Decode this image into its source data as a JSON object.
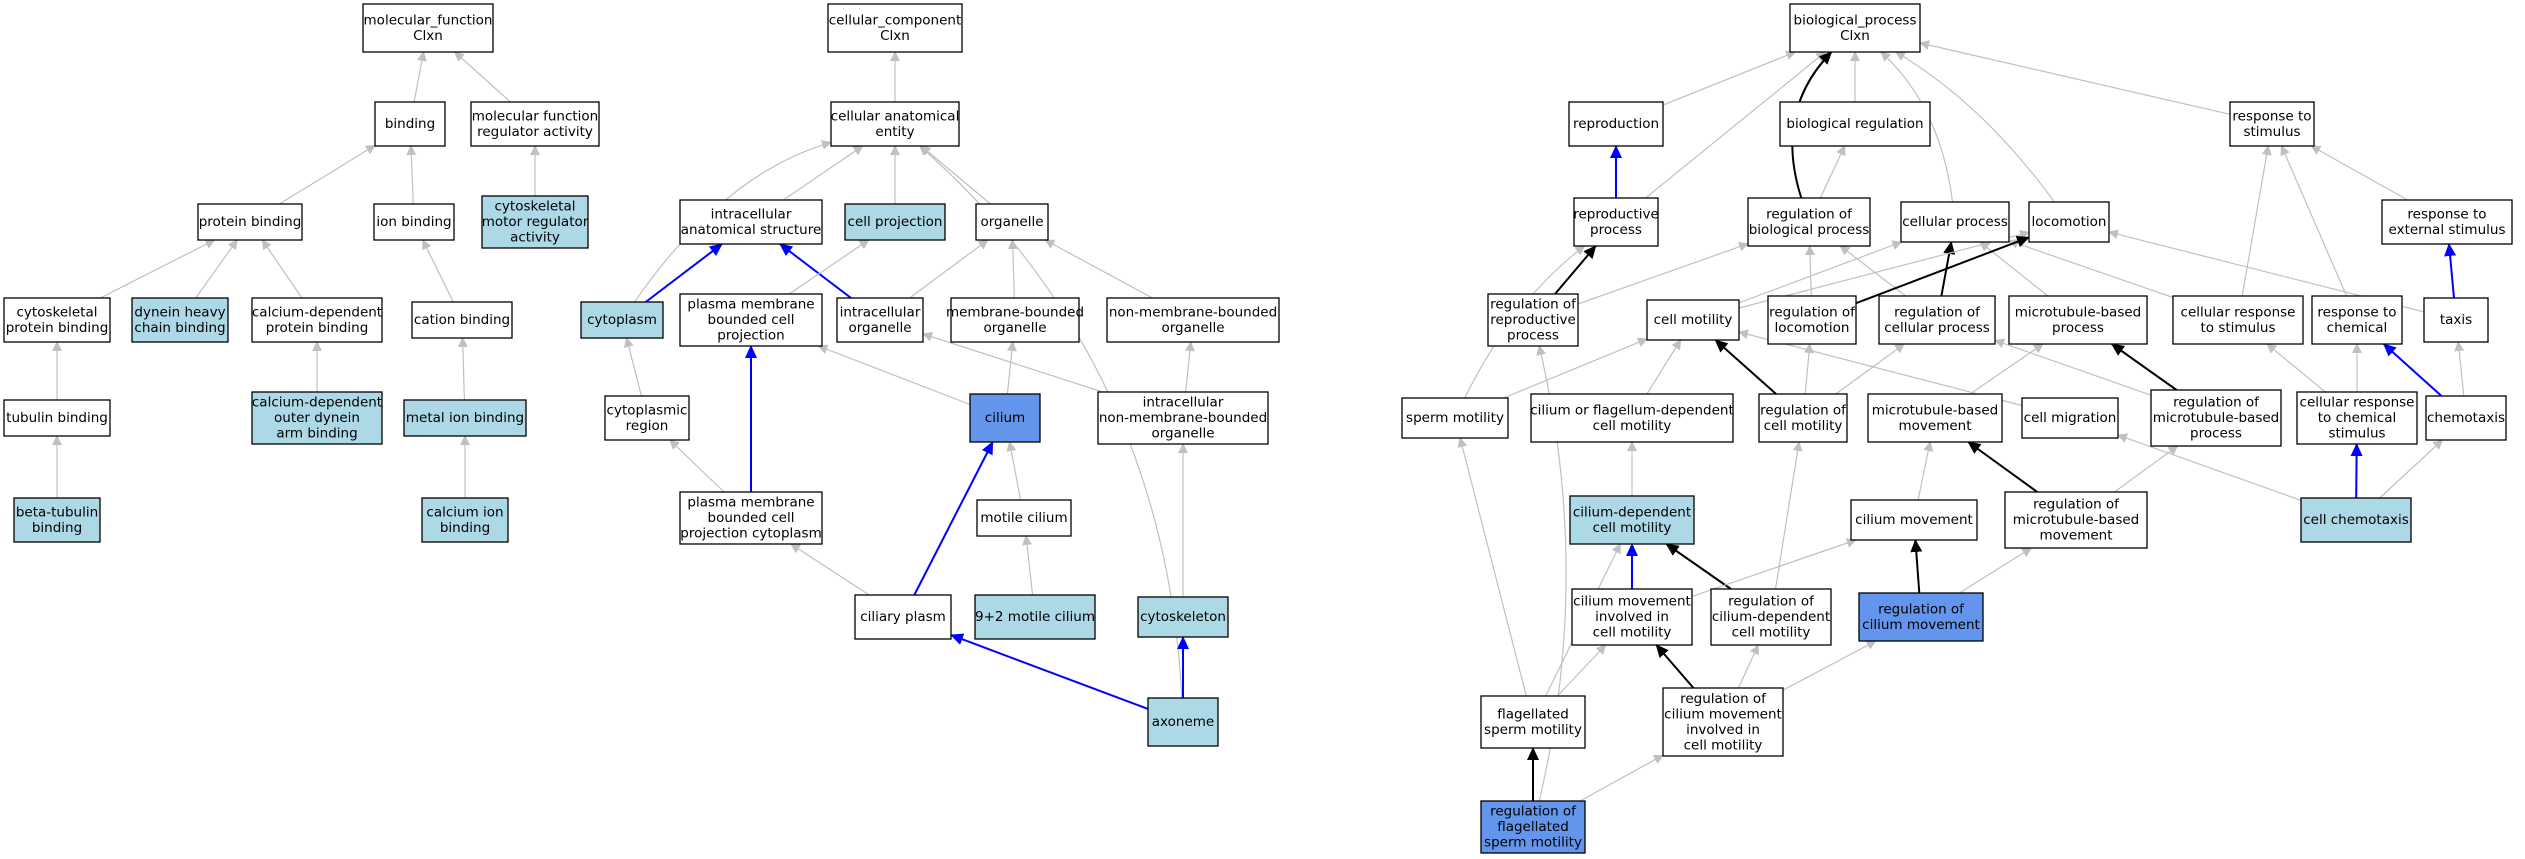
{
  "colors": {
    "white": "#ffffff",
    "light": "#add8e6",
    "dark": "#6495ed",
    "edge_gray": "#c0c0c0",
    "edge_black": "#000000",
    "edge_blue": "#0000ff"
  },
  "nodes": [
    {
      "id": "mf",
      "lines": [
        "molecular_function",
        "Clxn"
      ],
      "fill": "white"
    },
    {
      "id": "binding",
      "lines": [
        "binding"
      ],
      "fill": "white"
    },
    {
      "id": "mfra",
      "lines": [
        "molecular function",
        "regulator activity"
      ],
      "fill": "white"
    },
    {
      "id": "pbind",
      "lines": [
        "protein binding"
      ],
      "fill": "white"
    },
    {
      "id": "ionb",
      "lines": [
        "ion binding"
      ],
      "fill": "white"
    },
    {
      "id": "cmra",
      "lines": [
        "cytoskeletal",
        "motor regulator",
        "activity"
      ],
      "fill": "light"
    },
    {
      "id": "cpb",
      "lines": [
        "cytoskeletal",
        "protein binding"
      ],
      "fill": "white"
    },
    {
      "id": "dhcb",
      "lines": [
        "dynein heavy",
        "chain binding"
      ],
      "fill": "light"
    },
    {
      "id": "cdpb",
      "lines": [
        "calcium-dependent",
        "protein binding"
      ],
      "fill": "white"
    },
    {
      "id": "cationb",
      "lines": [
        "cation binding"
      ],
      "fill": "white"
    },
    {
      "id": "tubb",
      "lines": [
        "tubulin binding"
      ],
      "fill": "white"
    },
    {
      "id": "cdodab",
      "lines": [
        "calcium-dependent",
        "outer dynein",
        "arm binding"
      ],
      "fill": "light"
    },
    {
      "id": "metalb",
      "lines": [
        "metal ion binding"
      ],
      "fill": "light"
    },
    {
      "id": "btb",
      "lines": [
        "beta-tubulin",
        "binding"
      ],
      "fill": "light"
    },
    {
      "id": "calb",
      "lines": [
        "calcium ion",
        "binding"
      ],
      "fill": "light"
    },
    {
      "id": "cc",
      "lines": [
        "cellular_component",
        "Clxn"
      ],
      "fill": "white"
    },
    {
      "id": "cae",
      "lines": [
        "cellular anatomical",
        "entity"
      ],
      "fill": "white"
    },
    {
      "id": "ias",
      "lines": [
        "intracellular",
        "anatomical structure"
      ],
      "fill": "white"
    },
    {
      "id": "cproj",
      "lines": [
        "cell projection"
      ],
      "fill": "light"
    },
    {
      "id": "organelle",
      "lines": [
        "organelle"
      ],
      "fill": "white"
    },
    {
      "id": "cytoplasm",
      "lines": [
        "cytoplasm"
      ],
      "fill": "light"
    },
    {
      "id": "pmbcp",
      "lines": [
        "plasma membrane",
        "bounded cell",
        "projection"
      ],
      "fill": "white"
    },
    {
      "id": "intorg",
      "lines": [
        "intracellular",
        "organelle"
      ],
      "fill": "white"
    },
    {
      "id": "mbo",
      "lines": [
        "membrane-bounded",
        "organelle"
      ],
      "fill": "white"
    },
    {
      "id": "nmbo",
      "lines": [
        "non-membrane-bounded",
        "organelle"
      ],
      "fill": "white"
    },
    {
      "id": "cytreg",
      "lines": [
        "cytoplasmic",
        "region"
      ],
      "fill": "white"
    },
    {
      "id": "cilium",
      "lines": [
        "cilium"
      ],
      "fill": "dark"
    },
    {
      "id": "inmbo",
      "lines": [
        "intracellular",
        "non-membrane-bounded",
        "organelle"
      ],
      "fill": "white"
    },
    {
      "id": "pmbcpc",
      "lines": [
        "plasma membrane",
        "bounded cell",
        "projection cytoplasm"
      ],
      "fill": "white"
    },
    {
      "id": "motcil",
      "lines": [
        "motile cilium"
      ],
      "fill": "white"
    },
    {
      "id": "cilplasm",
      "lines": [
        "ciliary plasm"
      ],
      "fill": "white"
    },
    {
      "id": "m92",
      "lines": [
        "9+2 motile cilium"
      ],
      "fill": "light"
    },
    {
      "id": "cytosk",
      "lines": [
        "cytoskeleton"
      ],
      "fill": "light"
    },
    {
      "id": "axoneme",
      "lines": [
        "axoneme"
      ],
      "fill": "light"
    },
    {
      "id": "bp",
      "lines": [
        "biological_process",
        "Clxn"
      ],
      "fill": "white"
    },
    {
      "id": "repro",
      "lines": [
        "reproduction"
      ],
      "fill": "white"
    },
    {
      "id": "bioreg",
      "lines": [
        "biological regulation"
      ],
      "fill": "white"
    },
    {
      "id": "rts",
      "lines": [
        "response to",
        "stimulus"
      ],
      "fill": "white"
    },
    {
      "id": "reproproc",
      "lines": [
        "reproductive",
        "process"
      ],
      "fill": "white"
    },
    {
      "id": "regbp",
      "lines": [
        "regulation of",
        "biological process"
      ],
      "fill": "white"
    },
    {
      "id": "cellproc",
      "lines": [
        "cellular process"
      ],
      "fill": "white"
    },
    {
      "id": "locom",
      "lines": [
        "locomotion"
      ],
      "fill": "white"
    },
    {
      "id": "rtes",
      "lines": [
        "response to",
        "external stimulus"
      ],
      "fill": "white"
    },
    {
      "id": "regrp",
      "lines": [
        "regulation of",
        "reproductive",
        "process"
      ],
      "fill": "white"
    },
    {
      "id": "cellmot",
      "lines": [
        "cell motility"
      ],
      "fill": "white"
    },
    {
      "id": "regloc",
      "lines": [
        "regulation of",
        "locomotion"
      ],
      "fill": "white"
    },
    {
      "id": "regcp",
      "lines": [
        "regulation of",
        "cellular process"
      ],
      "fill": "white"
    },
    {
      "id": "mtbp",
      "lines": [
        "microtubule-based",
        "process"
      ],
      "fill": "white"
    },
    {
      "id": "crts",
      "lines": [
        "cellular response",
        "to stimulus"
      ],
      "fill": "white"
    },
    {
      "id": "rtc",
      "lines": [
        "response to",
        "chemical"
      ],
      "fill": "white"
    },
    {
      "id": "taxis",
      "lines": [
        "taxis"
      ],
      "fill": "white"
    },
    {
      "id": "spmot",
      "lines": [
        "sperm motility"
      ],
      "fill": "white"
    },
    {
      "id": "cfdcm",
      "lines": [
        "cilium or flagellum-dependent",
        "cell motility"
      ],
      "fill": "white"
    },
    {
      "id": "regcm",
      "lines": [
        "regulation of",
        "cell motility"
      ],
      "fill": "white"
    },
    {
      "id": "mtbm",
      "lines": [
        "microtubule-based",
        "movement"
      ],
      "fill": "white"
    },
    {
      "id": "cellmig",
      "lines": [
        "cell migration"
      ],
      "fill": "white"
    },
    {
      "id": "regmtbp",
      "lines": [
        "regulation of",
        "microtubule-based",
        "process"
      ],
      "fill": "white"
    },
    {
      "id": "crtcs",
      "lines": [
        "cellular response",
        "to chemical",
        "stimulus"
      ],
      "fill": "white"
    },
    {
      "id": "chemotaxis",
      "lines": [
        "chemotaxis"
      ],
      "fill": "white"
    },
    {
      "id": "cdcm",
      "lines": [
        "cilium-dependent",
        "cell motility"
      ],
      "fill": "light"
    },
    {
      "id": "cilmov",
      "lines": [
        "cilium movement"
      ],
      "fill": "white"
    },
    {
      "id": "regmtbm",
      "lines": [
        "regulation of",
        "microtubule-based",
        "movement"
      ],
      "fill": "white"
    },
    {
      "id": "cellchem",
      "lines": [
        "cell chemotaxis"
      ],
      "fill": "light"
    },
    {
      "id": "cmicm",
      "lines": [
        "cilium movement",
        "involved in",
        "cell motility"
      ],
      "fill": "white"
    },
    {
      "id": "regcdcm",
      "lines": [
        "regulation of",
        "cilium-dependent",
        "cell motility"
      ],
      "fill": "white"
    },
    {
      "id": "regcilmov",
      "lines": [
        "regulation of",
        "cilium movement"
      ],
      "fill": "dark"
    },
    {
      "id": "flagsm",
      "lines": [
        "flagellated",
        "sperm motility"
      ],
      "fill": "white"
    },
    {
      "id": "regcmicm",
      "lines": [
        "regulation of",
        "cilium movement",
        "involved in",
        "cell motility"
      ],
      "fill": "white"
    },
    {
      "id": "regfsm",
      "lines": [
        "regulation of",
        "flagellated",
        "sperm motility"
      ],
      "fill": "dark"
    }
  ],
  "edges": [
    {
      "from": "binding",
      "to": "mf",
      "kind": "gray"
    },
    {
      "from": "mfra",
      "to": "mf",
      "kind": "gray"
    },
    {
      "from": "pbind",
      "to": "binding",
      "kind": "gray"
    },
    {
      "from": "ionb",
      "to": "binding",
      "kind": "gray"
    },
    {
      "from": "cmra",
      "to": "mfra",
      "kind": "gray"
    },
    {
      "from": "cpb",
      "to": "pbind",
      "kind": "gray"
    },
    {
      "from": "dhcb",
      "to": "pbind",
      "kind": "gray"
    },
    {
      "from": "cdpb",
      "to": "pbind",
      "kind": "gray"
    },
    {
      "from": "cationb",
      "to": "ionb",
      "kind": "gray"
    },
    {
      "from": "tubb",
      "to": "cpb",
      "kind": "gray"
    },
    {
      "from": "cdodab",
      "to": "cdpb",
      "kind": "gray"
    },
    {
      "from": "metalb",
      "to": "cationb",
      "kind": "gray"
    },
    {
      "from": "btb",
      "to": "tubb",
      "kind": "gray"
    },
    {
      "from": "calb",
      "to": "metalb",
      "kind": "gray"
    },
    {
      "from": "cae",
      "to": "cc",
      "kind": "gray"
    },
    {
      "from": "ias",
      "to": "cae",
      "kind": "gray"
    },
    {
      "from": "cproj",
      "to": "cae",
      "kind": "gray"
    },
    {
      "from": "organelle",
      "to": "cae",
      "kind": "gray"
    },
    {
      "from": "cytoplasm",
      "to": "cae",
      "kind": "gray",
      "bend": -60
    },
    {
      "from": "axoneme",
      "to": "cae",
      "kind": "gray",
      "bend": 140
    },
    {
      "from": "cytoplasm",
      "to": "ias",
      "kind": "blue"
    },
    {
      "from": "intorg",
      "to": "ias",
      "kind": "blue"
    },
    {
      "from": "pmbcp",
      "to": "cproj",
      "kind": "gray"
    },
    {
      "from": "intorg",
      "to": "organelle",
      "kind": "gray"
    },
    {
      "from": "mbo",
      "to": "organelle",
      "kind": "gray"
    },
    {
      "from": "nmbo",
      "to": "organelle",
      "kind": "gray"
    },
    {
      "from": "cytreg",
      "to": "cytoplasm",
      "kind": "gray"
    },
    {
      "from": "cilium",
      "to": "pmbcp",
      "kind": "gray"
    },
    {
      "from": "pmbcpc",
      "to": "pmbcp",
      "kind": "blue"
    },
    {
      "from": "cilium",
      "to": "mbo",
      "kind": "gray"
    },
    {
      "from": "inmbo",
      "to": "intorg",
      "kind": "gray"
    },
    {
      "from": "inmbo",
      "to": "nmbo",
      "kind": "gray"
    },
    {
      "from": "pmbcpc",
      "to": "cytreg",
      "kind": "gray"
    },
    {
      "from": "motcil",
      "to": "cilium",
      "kind": "gray"
    },
    {
      "from": "cilplasm",
      "to": "cilium",
      "kind": "blue"
    },
    {
      "from": "cytosk",
      "to": "inmbo",
      "kind": "gray"
    },
    {
      "from": "cilplasm",
      "to": "pmbcpc",
      "kind": "gray"
    },
    {
      "from": "m92",
      "to": "motcil",
      "kind": "gray"
    },
    {
      "from": "axoneme",
      "to": "cilplasm",
      "kind": "blue"
    },
    {
      "from": "axoneme",
      "to": "cytosk",
      "kind": "blue"
    },
    {
      "from": "repro",
      "to": "bp",
      "kind": "gray"
    },
    {
      "from": "bioreg",
      "to": "bp",
      "kind": "gray"
    },
    {
      "from": "rts",
      "to": "bp",
      "kind": "gray"
    },
    {
      "from": "cellproc",
      "to": "bp",
      "kind": "gray",
      "bend": 40
    },
    {
      "from": "locom",
      "to": "bp",
      "kind": "gray",
      "bend": 30
    },
    {
      "from": "reproproc",
      "to": "bp",
      "kind": "gray"
    },
    {
      "from": "regbp",
      "to": "bp",
      "kind": "black",
      "bend": -60
    },
    {
      "from": "reproproc",
      "to": "repro",
      "kind": "blue"
    },
    {
      "from": "regbp",
      "to": "bioreg",
      "kind": "gray"
    },
    {
      "from": "rtes",
      "to": "rts",
      "kind": "gray"
    },
    {
      "from": "crts",
      "to": "rts",
      "kind": "gray"
    },
    {
      "from": "rtc",
      "to": "rts",
      "kind": "gray"
    },
    {
      "from": "regrp",
      "to": "reproproc",
      "kind": "black"
    },
    {
      "from": "spmot",
      "to": "reproproc",
      "kind": "gray",
      "bend": -30
    },
    {
      "from": "regrp",
      "to": "regbp",
      "kind": "gray"
    },
    {
      "from": "regloc",
      "to": "regbp",
      "kind": "gray"
    },
    {
      "from": "regcp",
      "to": "regbp",
      "kind": "gray"
    },
    {
      "from": "cellmot",
      "to": "cellproc",
      "kind": "gray"
    },
    {
      "from": "regcp",
      "to": "cellproc",
      "kind": "black"
    },
    {
      "from": "mtbp",
      "to": "cellproc",
      "kind": "gray"
    },
    {
      "from": "crts",
      "to": "cellproc",
      "kind": "gray"
    },
    {
      "from": "cellmot",
      "to": "locom",
      "kind": "gray"
    },
    {
      "from": "regloc",
      "to": "locom",
      "kind": "black"
    },
    {
      "from": "taxis",
      "to": "locom",
      "kind": "gray"
    },
    {
      "from": "taxis",
      "to": "rtes",
      "kind": "blue"
    },
    {
      "from": "spmot",
      "to": "cellmot",
      "kind": "gray"
    },
    {
      "from": "cfdcm",
      "to": "cellmot",
      "kind": "gray"
    },
    {
      "from": "regcm",
      "to": "cellmot",
      "kind": "black"
    },
    {
      "from": "cellmig",
      "to": "cellmot",
      "kind": "gray"
    },
    {
      "from": "regcm",
      "to": "regloc",
      "kind": "gray"
    },
    {
      "from": "regcm",
      "to": "regcp",
      "kind": "gray"
    },
    {
      "from": "regmtbp",
      "to": "regcp",
      "kind": "gray"
    },
    {
      "from": "mtbm",
      "to": "mtbp",
      "kind": "gray"
    },
    {
      "from": "regmtbp",
      "to": "mtbp",
      "kind": "black"
    },
    {
      "from": "crtcs",
      "to": "crts",
      "kind": "gray"
    },
    {
      "from": "crtcs",
      "to": "rtc",
      "kind": "gray"
    },
    {
      "from": "chemotaxis",
      "to": "rtc",
      "kind": "blue"
    },
    {
      "from": "chemotaxis",
      "to": "taxis",
      "kind": "gray"
    },
    {
      "from": "cdcm",
      "to": "cfdcm",
      "kind": "gray"
    },
    {
      "from": "cilmov",
      "to": "mtbm",
      "kind": "gray"
    },
    {
      "from": "regmtbm",
      "to": "mtbm",
      "kind": "black"
    },
    {
      "from": "cellchem",
      "to": "cellmig",
      "kind": "gray"
    },
    {
      "from": "regmtbm",
      "to": "regmtbp",
      "kind": "gray"
    },
    {
      "from": "cellchem",
      "to": "crtcs",
      "kind": "blue"
    },
    {
      "from": "cellchem",
      "to": "chemotaxis",
      "kind": "gray"
    },
    {
      "from": "cmicm",
      "to": "cdcm",
      "kind": "blue"
    },
    {
      "from": "regcdcm",
      "to": "cdcm",
      "kind": "black"
    },
    {
      "from": "cmicm",
      "to": "cilmov",
      "kind": "gray"
    },
    {
      "from": "regcilmov",
      "to": "cilmov",
      "kind": "black"
    },
    {
      "from": "regcdcm",
      "to": "regcm",
      "kind": "gray"
    },
    {
      "from": "regcilmov",
      "to": "regmtbm",
      "kind": "gray"
    },
    {
      "from": "flagsm",
      "to": "spmot",
      "kind": "gray"
    },
    {
      "from": "flagsm",
      "to": "cdcm",
      "kind": "gray"
    },
    {
      "from": "flagsm",
      "to": "cmicm",
      "kind": "gray"
    },
    {
      "from": "regcmicm",
      "to": "cmicm",
      "kind": "black"
    },
    {
      "from": "regcmicm",
      "to": "regcdcm",
      "kind": "gray"
    },
    {
      "from": "regcmicm",
      "to": "regcilmov",
      "kind": "gray"
    },
    {
      "from": "regfsm",
      "to": "flagsm",
      "kind": "black"
    },
    {
      "from": "regfsm",
      "to": "regcmicm",
      "kind": "gray"
    },
    {
      "from": "regfsm",
      "to": "regrp",
      "kind": "gray",
      "bend": 60
    }
  ]
}
